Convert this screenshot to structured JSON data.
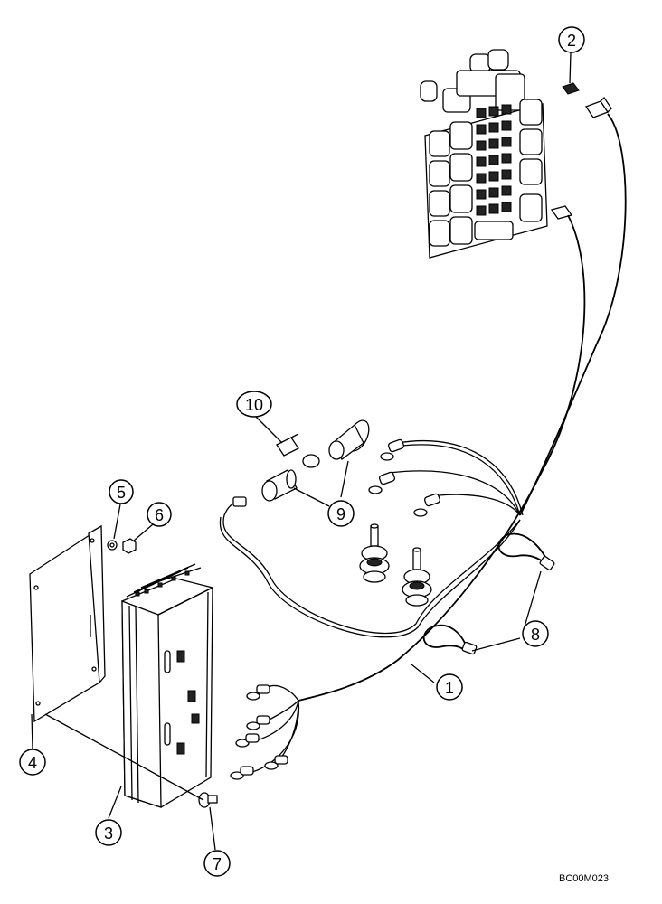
{
  "callouts": [
    {
      "id": "1",
      "label": "1"
    },
    {
      "id": "2",
      "label": "2"
    },
    {
      "id": "3",
      "label": "3"
    },
    {
      "id": "4",
      "label": "4"
    },
    {
      "id": "5",
      "label": "5"
    },
    {
      "id": "6",
      "label": "6"
    },
    {
      "id": "7",
      "label": "7"
    },
    {
      "id": "8",
      "label": "8"
    },
    {
      "id": "9",
      "label": "9"
    },
    {
      "id": "10",
      "label": "10"
    }
  ],
  "drawing_code": "BC00M023"
}
